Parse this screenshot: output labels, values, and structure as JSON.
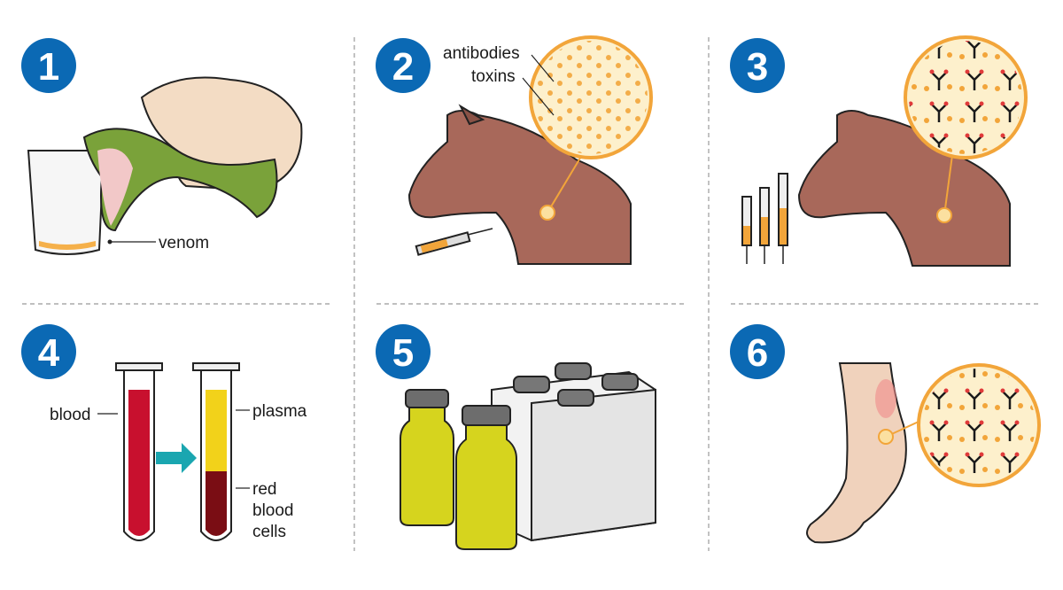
{
  "colors": {
    "badge": "#0b69b4",
    "toxin": "#f2a53a",
    "antibody": "#1a1a1a",
    "binding": "#e03a3a",
    "blood": "#c8102e",
    "plasma": "#f2d21a",
    "arrow": "#1aa6b0"
  },
  "steps": [
    {
      "number": "1",
      "labels": {
        "venom": "venom"
      }
    },
    {
      "number": "2",
      "labels": {
        "antibodies": "antibodies",
        "toxins": "toxins"
      }
    },
    {
      "number": "3"
    },
    {
      "number": "4",
      "labels": {
        "blood": "blood",
        "plasma": "plasma",
        "red_line1": "red",
        "red_line2": "blood",
        "red_line3": "cells"
      }
    },
    {
      "number": "5"
    },
    {
      "number": "6"
    }
  ]
}
